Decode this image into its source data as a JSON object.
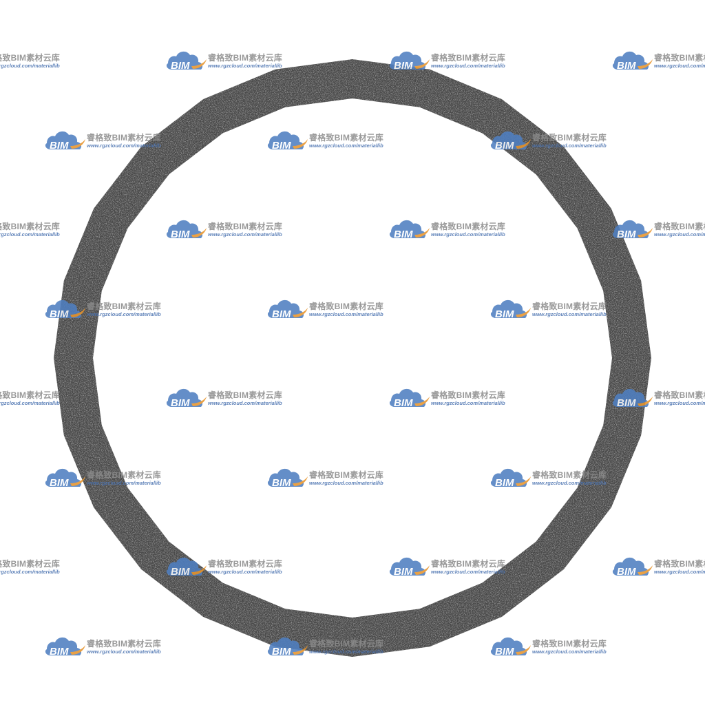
{
  "object": {
    "name": "gasket-ring",
    "sides": 24,
    "fill": "#4a4a4a",
    "texture_highlight": "#7a7a7a",
    "texture_shadow": "#2e2e2e"
  },
  "watermark": {
    "badge": "BIM",
    "title": "睿格致BIM素材云库",
    "url": "www.rgzcloud.com/materiallib",
    "colors": {
      "cloud": "#4f7fc1",
      "swoosh": "#e8952c",
      "title": "#8c8c8c",
      "url": "#4a72b0"
    }
  }
}
